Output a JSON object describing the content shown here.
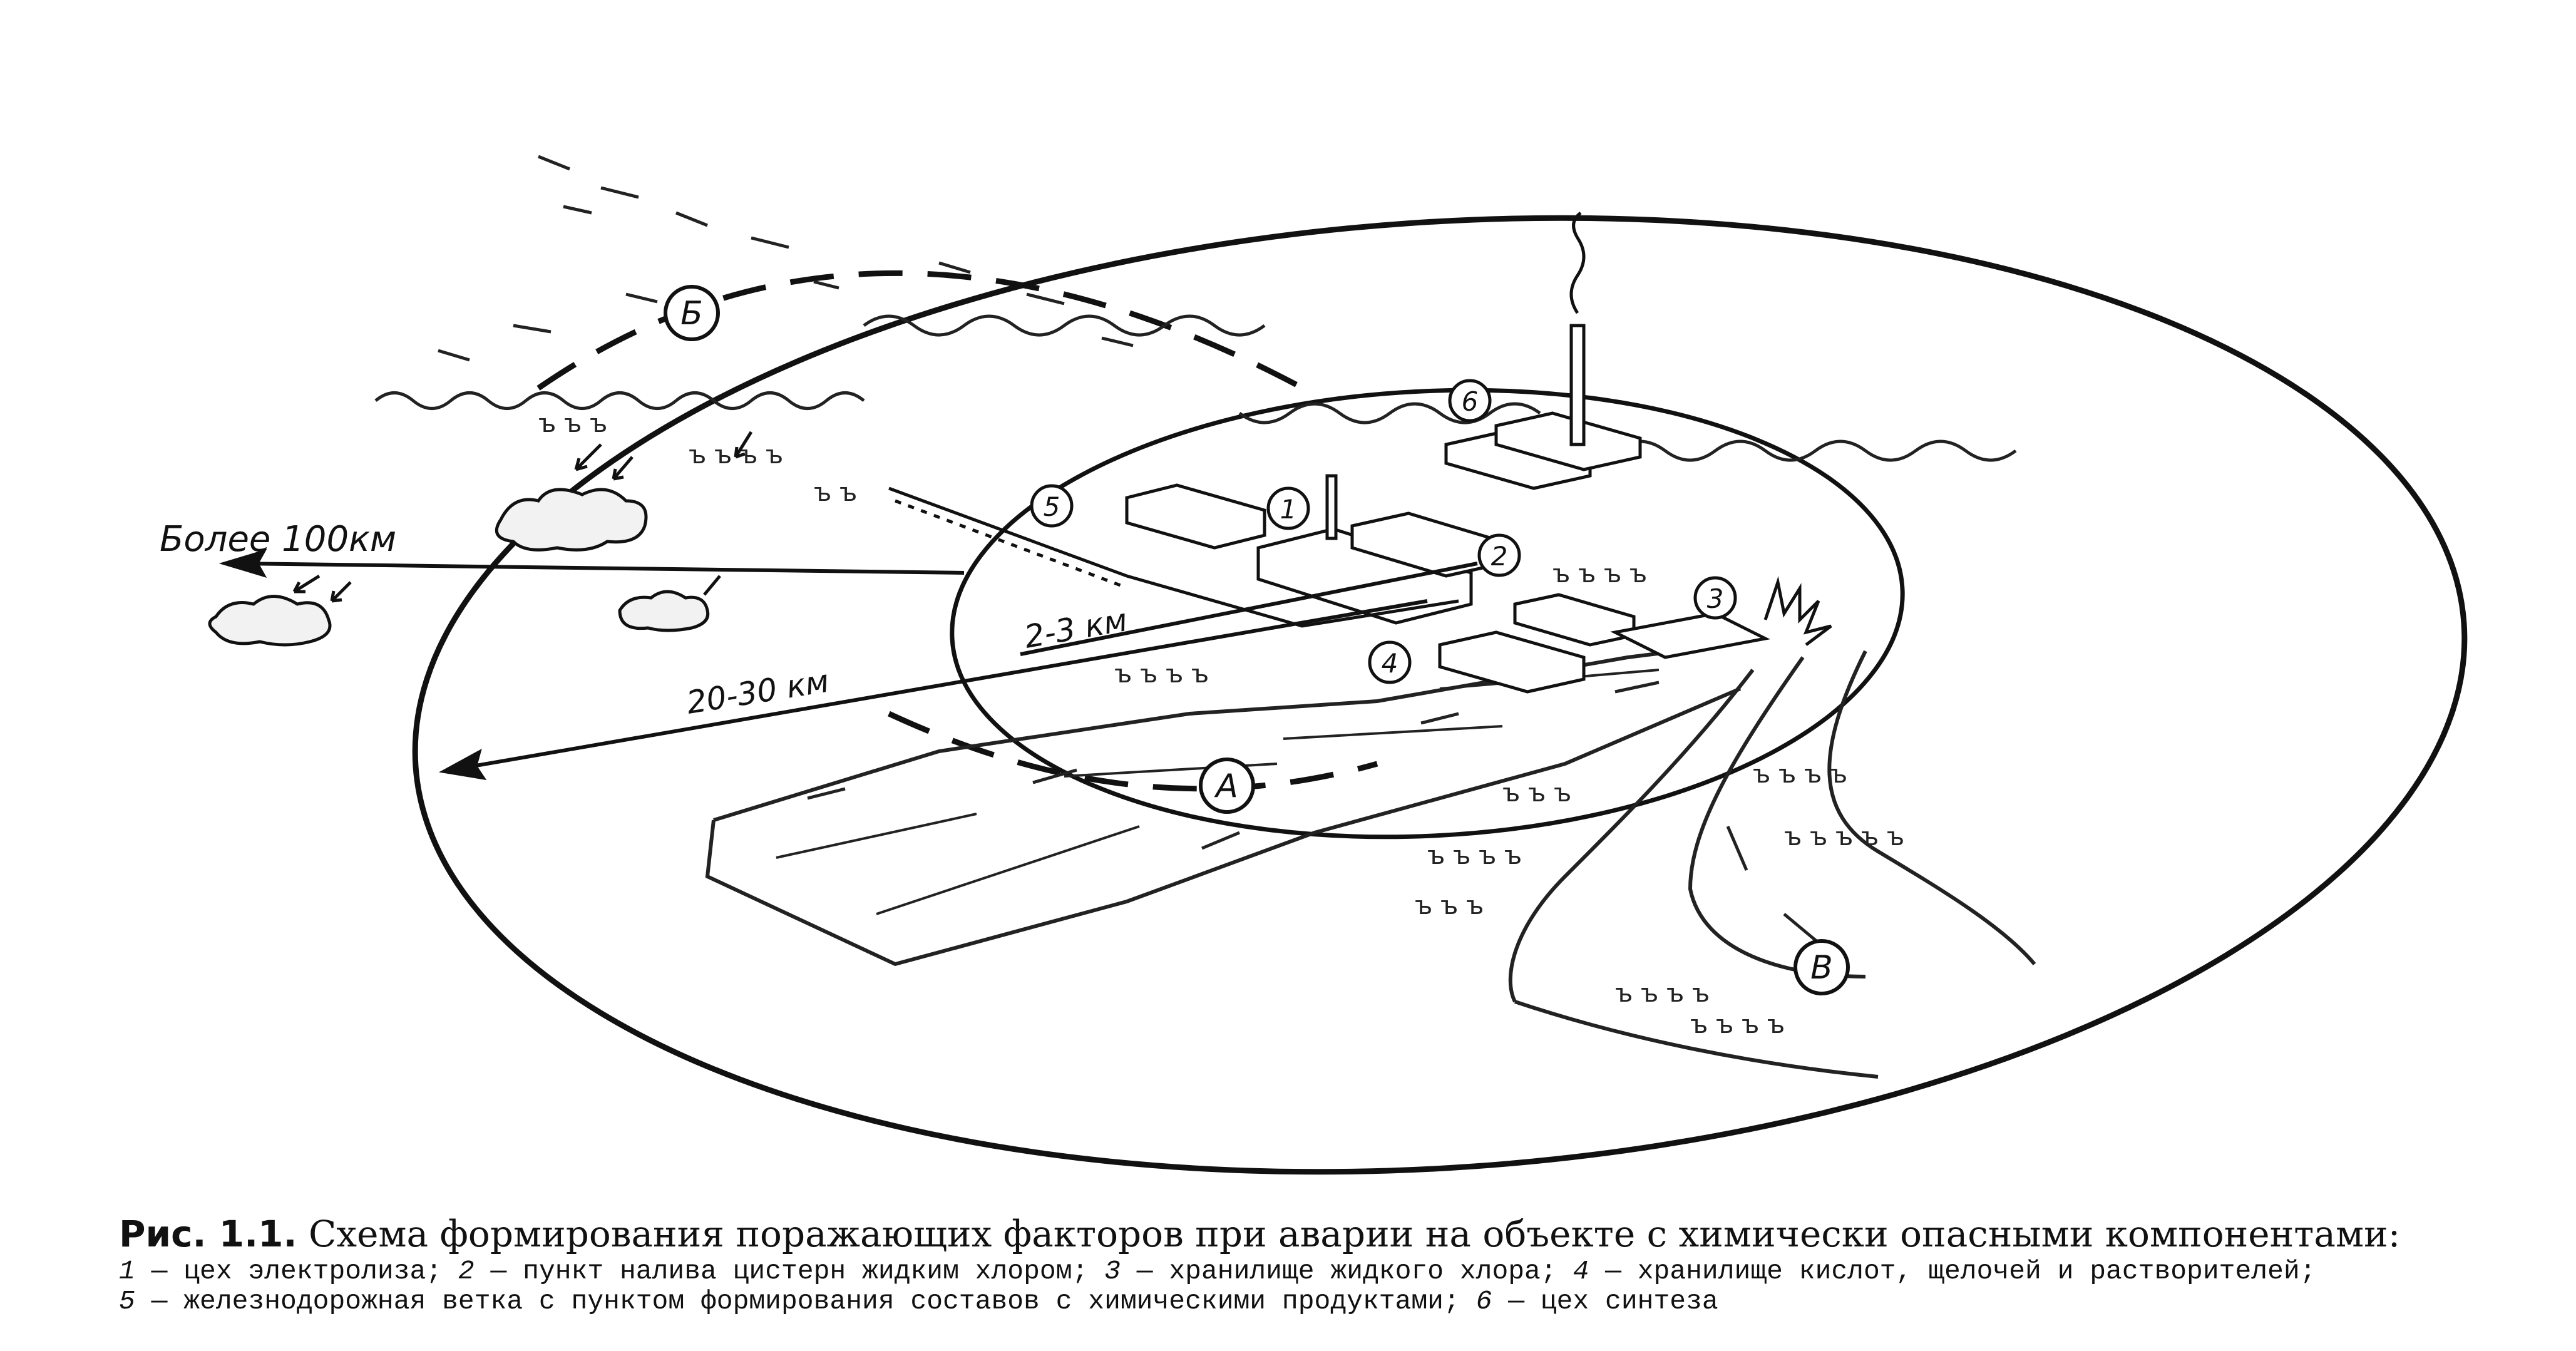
{
  "figure": {
    "labels": {
      "zone_a": "А",
      "zone_b": "Б",
      "zone_v": "В",
      "distance_far": "Более 100км",
      "distance_outer": "20-30 км",
      "distance_inner": "2-3 км"
    },
    "markers": [
      "1",
      "2",
      "3",
      "4",
      "5",
      "6"
    ],
    "caption": {
      "prefix": "Рис. 1.1.",
      "title": "Схема формирования поражающих факторов при аварии на объекте с химически опасными компонентами:",
      "legend": [
        {
          "num": "1",
          "text": "цех электролиза;"
        },
        {
          "num": "2",
          "text": "пункт налива цистерн жидким хлором;"
        },
        {
          "num": "3",
          "text": "хранилище жидкого хлора;"
        },
        {
          "num": "4",
          "text": "хранилище кислот, щелочей и растворителей;"
        },
        {
          "num": "5",
          "text": "железнодорожная ветка с пунктом формирования составов с химическими продуктами;"
        },
        {
          "num": "6",
          "text": "цех синтеза"
        }
      ]
    }
  }
}
